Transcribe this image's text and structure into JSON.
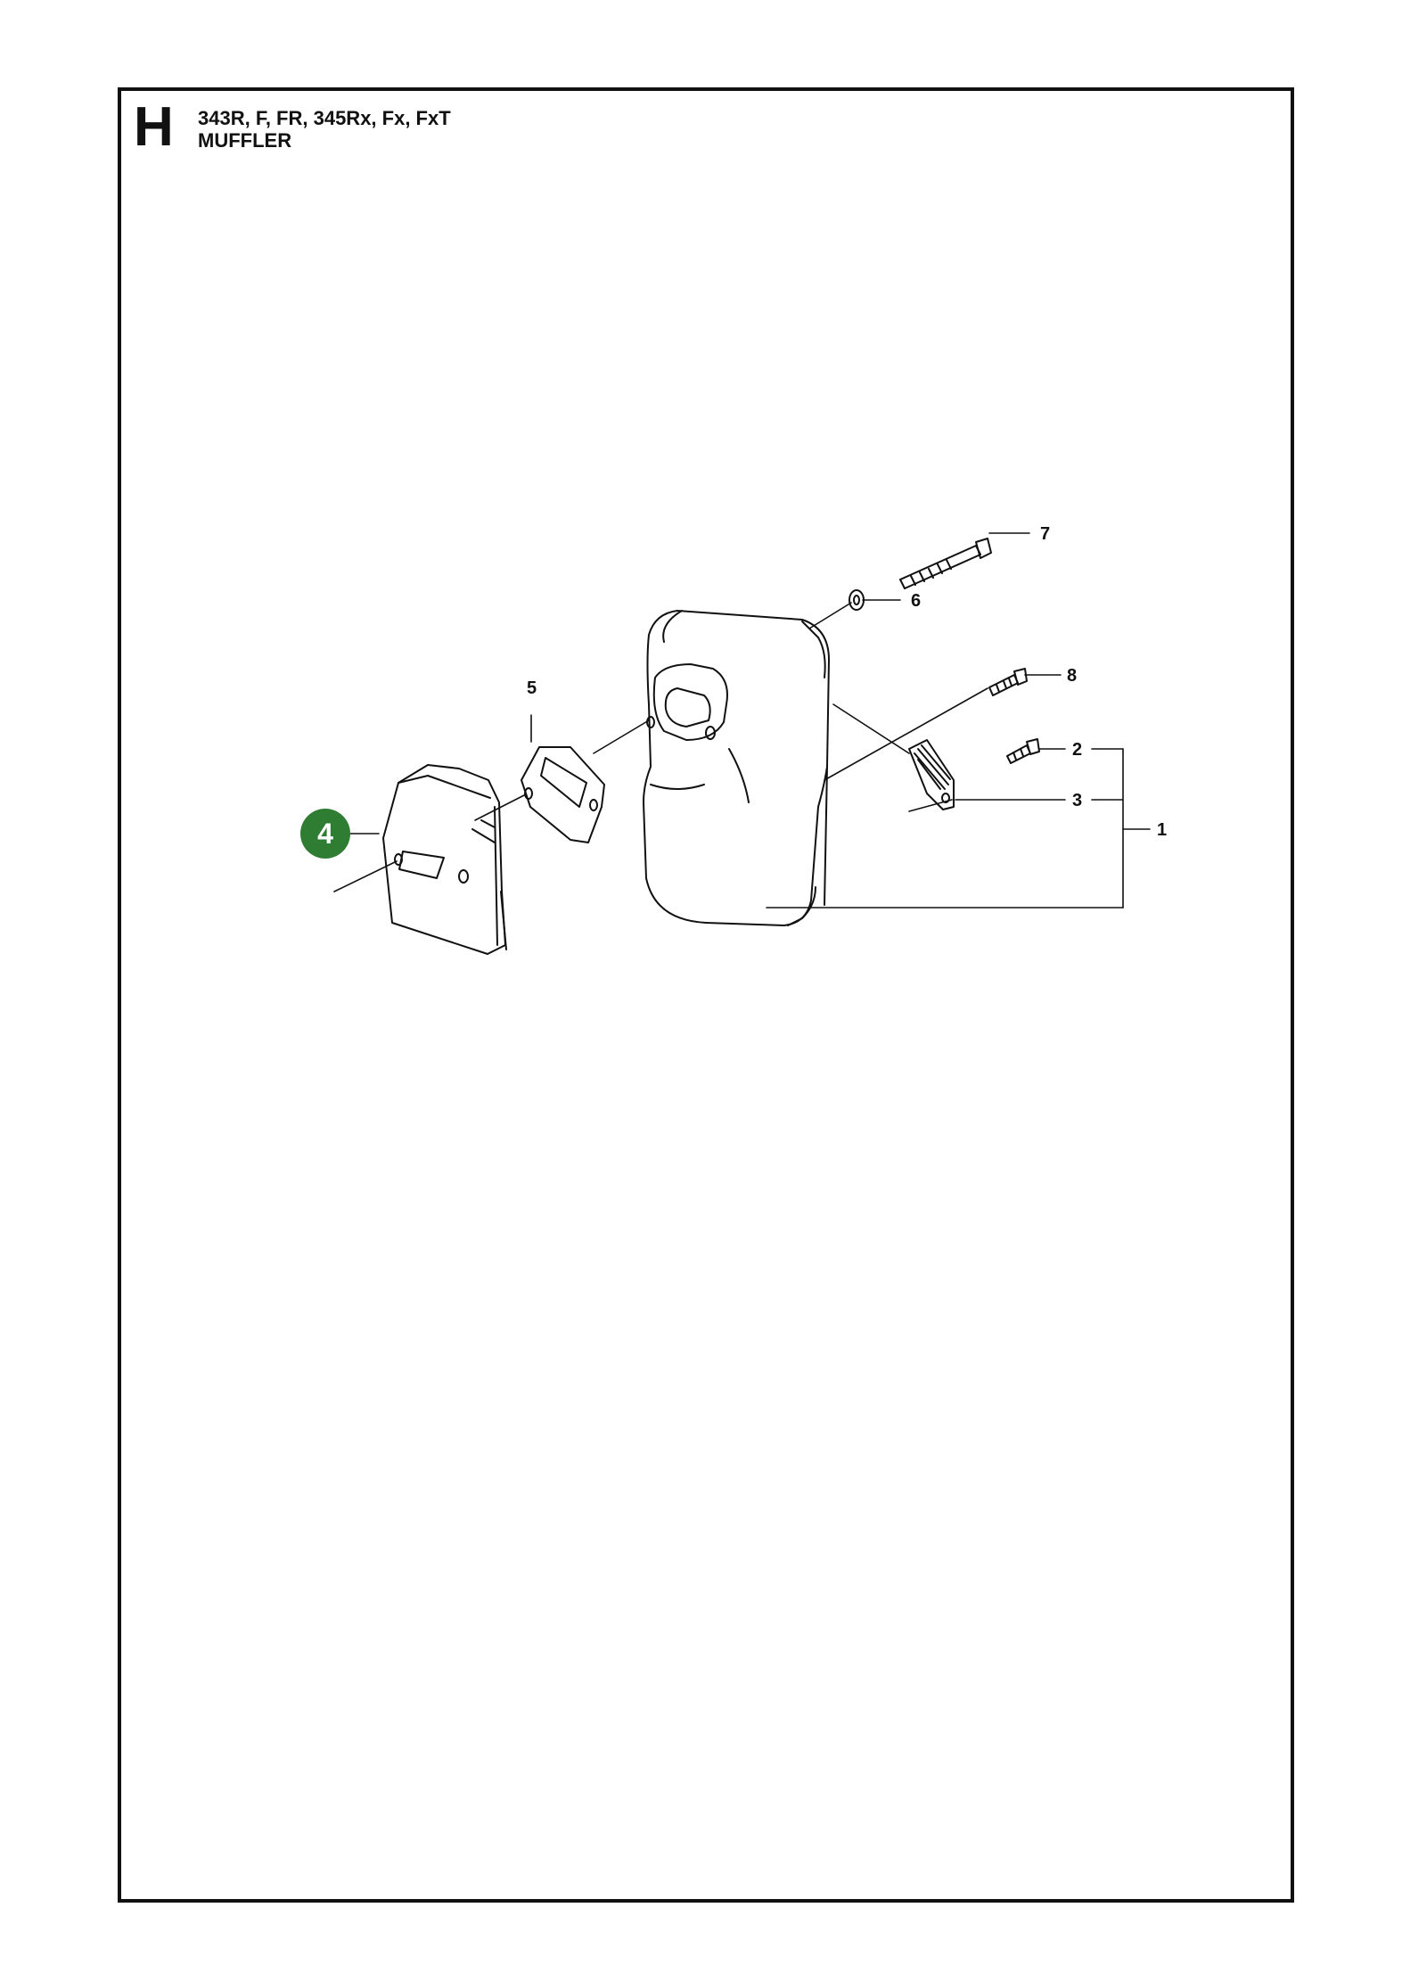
{
  "header": {
    "section_letter": "H",
    "models": "343R, F, FR, 345Rx, Fx, FxT",
    "title": "MUFFLER"
  },
  "callouts": [
    {
      "id": "7",
      "label": "7"
    },
    {
      "id": "6",
      "label": "6"
    },
    {
      "id": "8",
      "label": "8"
    },
    {
      "id": "5",
      "label": "5"
    },
    {
      "id": "2",
      "label": "2"
    },
    {
      "id": "3",
      "label": "3"
    },
    {
      "id": "1",
      "label": "1"
    },
    {
      "id": "4",
      "label": "4",
      "highlighted": true
    }
  ],
  "colors": {
    "highlight": "#2e7d32",
    "line": "#111111"
  }
}
